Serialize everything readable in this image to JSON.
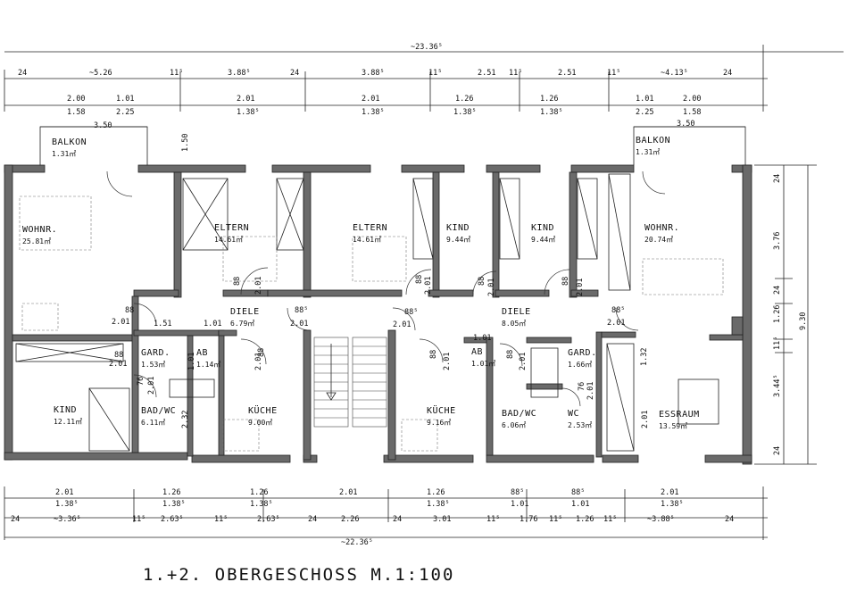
{
  "title": "1.+2. OBERGESCHOSS M.1:100",
  "overall_top": "~23.36⁵",
  "overall_bottom": "~22.36⁵",
  "rooms": [
    {
      "name": "WOHNR.",
      "area": "25.81㎡"
    },
    {
      "name": "ELTERN",
      "area": "14.61㎡"
    },
    {
      "name": "ELTERN",
      "area": "14.61㎡"
    },
    {
      "name": "KIND",
      "area": "9.44㎡"
    },
    {
      "name": "KIND",
      "area": "9.44㎡"
    },
    {
      "name": "WOHNR.",
      "area": "20.74㎡"
    },
    {
      "name": "BALKON",
      "area": "1.31㎡"
    },
    {
      "name": "BALKON",
      "area": "1.31㎡"
    },
    {
      "name": "DIELE",
      "area": "6.79㎡"
    },
    {
      "name": "DIELE",
      "area": "8.05㎡"
    },
    {
      "name": "GARD.",
      "area": "1.53㎡"
    },
    {
      "name": "AB",
      "area": "1.14㎡"
    },
    {
      "name": "AB",
      "area": "1.01㎡"
    },
    {
      "name": "GARD.",
      "area": "1.66㎡"
    },
    {
      "name": "KIND",
      "area": "12.11㎡"
    },
    {
      "name": "BAD/WC",
      "area": "6.11㎡"
    },
    {
      "name": "KÜCHE",
      "area": "9.00㎡"
    },
    {
      "name": "KÜCHE",
      "area": "9.16㎡"
    },
    {
      "name": "BAD/WC",
      "area": "6.06㎡"
    },
    {
      "name": "WC",
      "area": "2.53㎡"
    },
    {
      "name": "ESSRAUM",
      "area": "13.59㎡"
    }
  ],
  "dims_top_row1": [
    "24",
    "~5.26",
    "11⁵",
    "3.88⁵",
    "24",
    "3.88⁵",
    "11⁵",
    "2.51",
    "11⁵",
    "2.51",
    "11⁵",
    "~4.13⁵",
    "24"
  ],
  "dims_top_row2": [
    "2.00",
    "1.01",
    "2.01",
    "2.01",
    "1.26",
    "1.26",
    "1.01",
    "2.00"
  ],
  "dims_top_row3": [
    "1.58",
    "2.25",
    "1.38⁵",
    "1.38⁵",
    "1.38⁵",
    "1.38⁵",
    "2.25",
    "1.58"
  ],
  "dims_balcony": [
    "3.50",
    "3.50",
    "1.50"
  ],
  "dims_bottom_row1": [
    "2.01",
    "1.26",
    "1.26",
    "2.01",
    "1.26",
    "88⁵",
    "88⁵",
    "2.01"
  ],
  "dims_bottom_row2": [
    "1.38⁵",
    "1.38⁵",
    "1.38⁵",
    "1.38⁵",
    "1.01",
    "1.01",
    "1.38⁵"
  ],
  "dims_bottom_row3": [
    "24",
    "~3.36⁵",
    "11⁵",
    "2.63⁵",
    "11⁵",
    "2.63⁵",
    "24",
    "2.26",
    "24",
    "3.01",
    "11⁵",
    "1.76",
    "11⁵",
    "1.26",
    "11⁵",
    "~3.88⁵",
    "24"
  ],
  "dims_right": [
    "24",
    "3.76",
    "24",
    "1.26",
    "11⁵",
    "3.44⁵",
    "24",
    "9.30"
  ],
  "dims_inner": [
    "88",
    "2.01",
    "88",
    "2.01",
    "88",
    "2.01",
    "88",
    "2.01",
    "88",
    "2.01",
    "88⁵",
    "2.01",
    "88⁵",
    "2.01",
    "88⁵",
    "2.01",
    "88",
    "2.01",
    "88",
    "2.01",
    "88",
    "2.01",
    "88",
    "2.01",
    "76",
    "2.01",
    "76",
    "2.01",
    "1.51",
    "1.01",
    "1.01",
    "1.01",
    "1.32",
    "2.01",
    "2.32"
  ]
}
